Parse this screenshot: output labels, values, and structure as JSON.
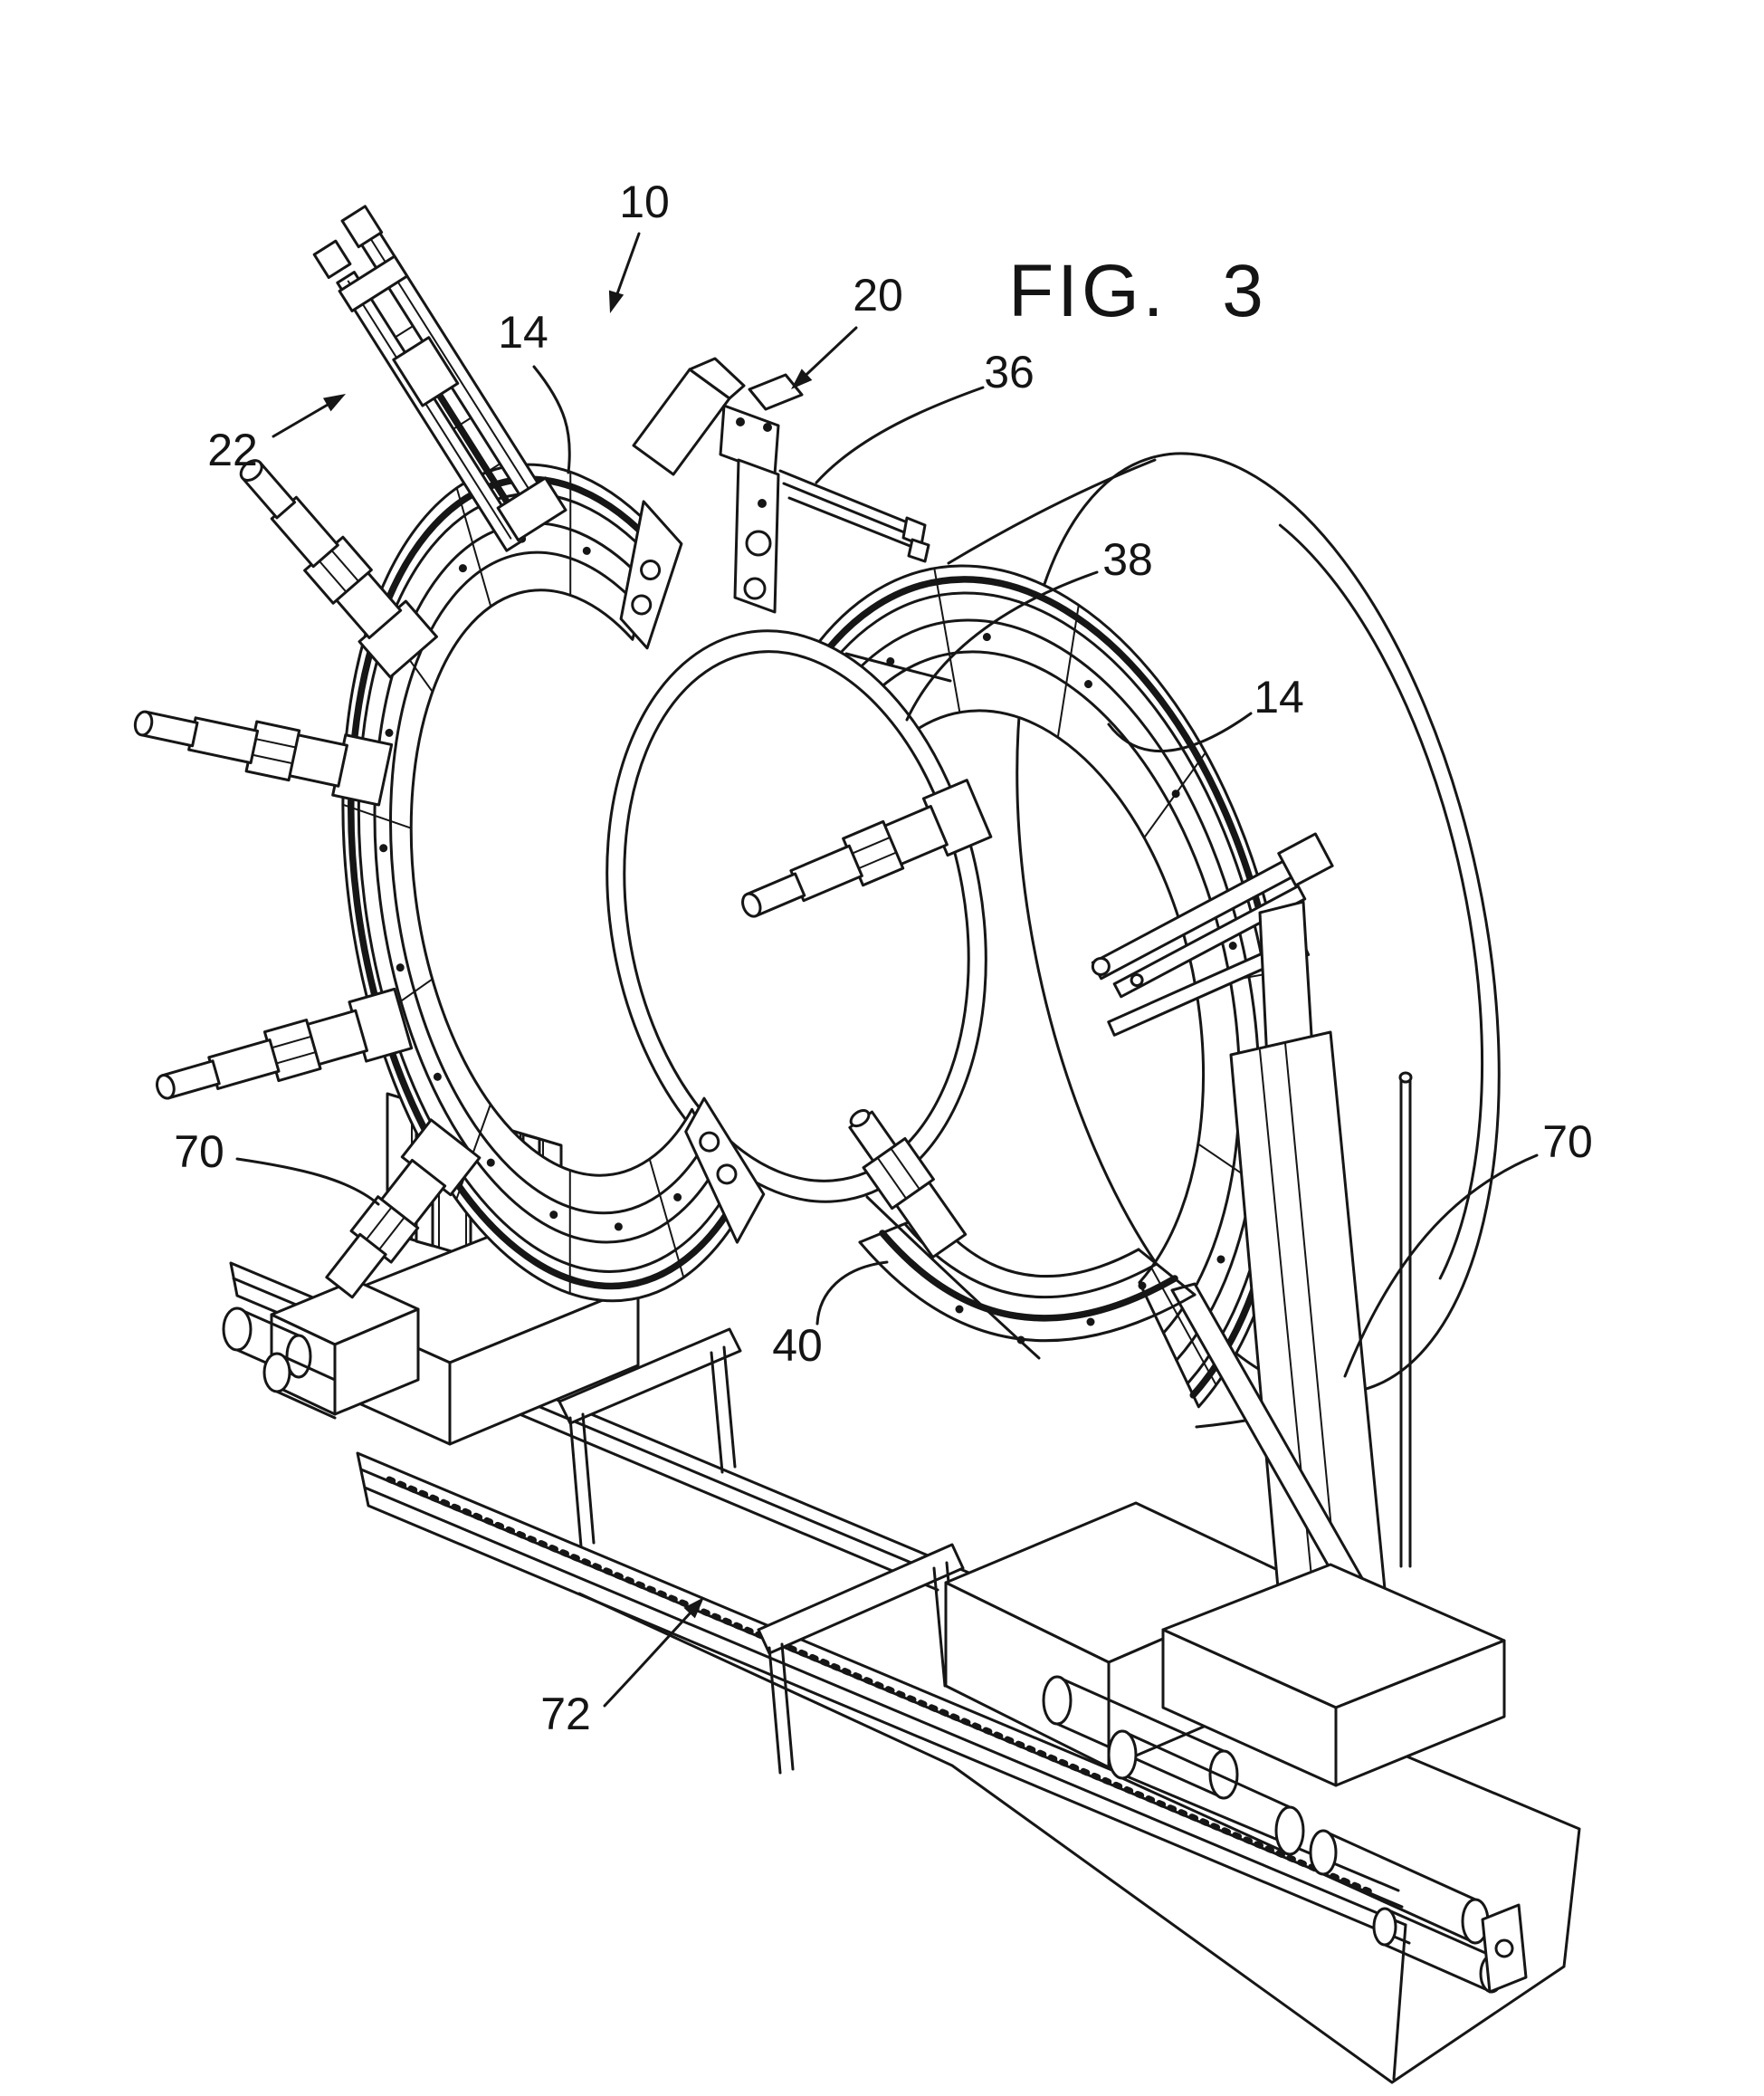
{
  "figure_title": "FIG. 3",
  "reference_numerals": [
    {
      "id": "10",
      "text": "10"
    },
    {
      "id": "14-top",
      "text": "14"
    },
    {
      "id": "20",
      "text": "20"
    },
    {
      "id": "36",
      "text": "36"
    },
    {
      "id": "22",
      "text": "22"
    },
    {
      "id": "38",
      "text": "38"
    },
    {
      "id": "14-right",
      "text": "14"
    },
    {
      "id": "70-left",
      "text": "70"
    },
    {
      "id": "40",
      "text": "40"
    },
    {
      "id": "70-right",
      "text": "70"
    },
    {
      "id": "72",
      "text": "72"
    }
  ]
}
